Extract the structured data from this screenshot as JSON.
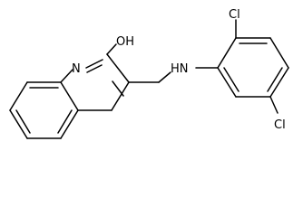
{
  "molecule": {
    "atom_labels": {
      "hydroxyl": "OH",
      "ring_nitrogen": "N",
      "amine": "HN",
      "chlorine_top": "Cl",
      "chlorine_bottom": "Cl"
    }
  }
}
